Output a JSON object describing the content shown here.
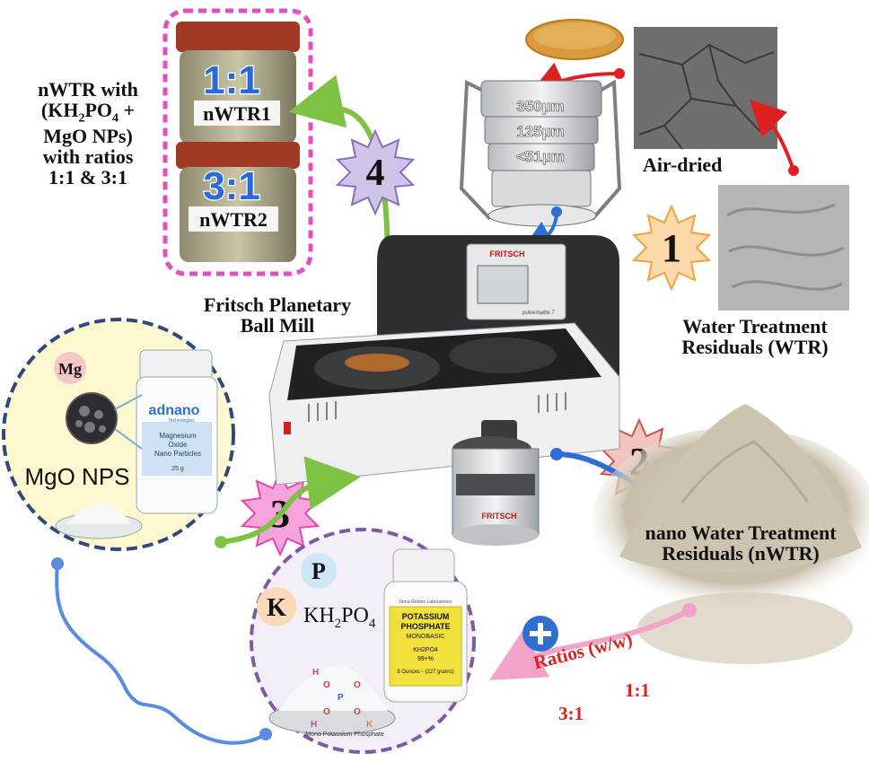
{
  "colors": {
    "mgo_circle_fill": "#fdf8cf",
    "mgo_circle_border": "#2f4a7a",
    "kh2po4_circle_fill": "#f3eef7",
    "kh2po4_circle_border": "#7b5aa6",
    "jar_border": "#e24fbf",
    "arrow_green": "#7dc243",
    "arrow_blue": "#2b6fd6",
    "arrow_red": "#e02020",
    "arrow_pink": "#f4a3c8",
    "ratio_text": "#e01f1f",
    "plus_circle": "#2f6fd0"
  },
  "steps": {
    "step1": "1",
    "step2": "2",
    "step3": "3",
    "step4": "4"
  },
  "labels": {
    "air_dried": "Air-dried",
    "wtr": "Water Treatment Residuals (WTR)",
    "nwtr": "nano Water Treatment Residuals (nWTR)",
    "mill": "Fritsch Planetary Ball Mill",
    "nwtr_mix_line1": "nWTR with",
    "nwtr_mix_line2": "(KH",
    "nwtr_mix_sub1": "2",
    "nwtr_mix_po": "PO",
    "nwtr_mix_sub2": "4",
    "nwtr_mix_plus": " +",
    "nwtr_mix_line3": "MgO NPs)",
    "nwtr_mix_line4": "with ratios",
    "nwtr_mix_line5": "1:1 & 3:1",
    "mgo_nps": "MgO NPS",
    "mg": "Mg",
    "k": "K",
    "p": "P",
    "kh2po4_k": "KH",
    "kh2po4_sub1": "2",
    "kh2po4_po": "PO",
    "kh2po4_sub2": "4",
    "ratios_line1": "Ratios (w/w)",
    "ratio_11": "1:1",
    "ratio_31": "3:1"
  },
  "jars": {
    "top_ratio": "1:1",
    "top_name": "nWTR1",
    "bottom_ratio": "3:1",
    "bottom_name": "nWTR2"
  },
  "sieve_sizes": [
    "350µm",
    "125µm",
    "<51µm"
  ],
  "machine": {
    "brand": "FRITSCH",
    "model": "pulverisette 7",
    "bowl_brand": "FRITSCH"
  },
  "mgo_bottle": {
    "brand": "adnano",
    "brand_sub": "Technologies",
    "line1": "Magnesium",
    "line2": "Oxide",
    "line3": "Nano Particles",
    "size": "25 g"
  },
  "kh2po4_bottle": {
    "maker": "Dena-Golden Laboratories",
    "line1": "POTASSIUM",
    "line2": "PHOSPHATE",
    "line3": "MONOBASIC",
    "formula": "KH2PO4",
    "purity": "99+%",
    "size": "8 Ounces - (227 grams)"
  },
  "dish_label": "Mono Potassium Phosphate"
}
